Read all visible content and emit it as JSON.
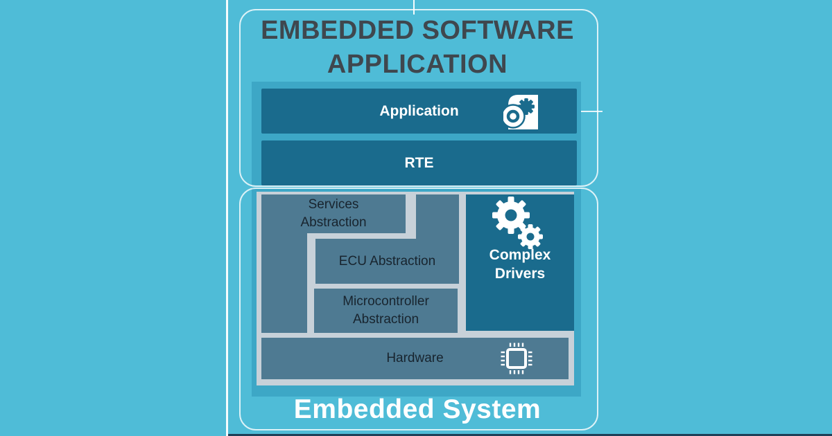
{
  "palette": {
    "background": "#4fbcd7",
    "panel_teal": "#3da7c6",
    "box_dark_teal": "#1a6b8d",
    "box_slate": "#4e7a92",
    "panel_gray": "#c7d1d9",
    "title_text": "#3f474e",
    "dark_label_text": "#18242e",
    "white_label_text": "#ffffff",
    "bottom_strip": "#1e4058"
  },
  "title": {
    "line1": "EMBEDDED SOFTWARE",
    "line2": "APPLICATION"
  },
  "software_stack": {
    "application": {
      "label": "Application",
      "icon": "software-disc-gear-icon"
    },
    "rte": {
      "label": "RTE"
    }
  },
  "basic_software": {
    "services_abstraction": {
      "line1": "Services",
      "line2": "Abstraction"
    },
    "ecu_abstraction": {
      "label": "ECU Abstraction"
    },
    "microcontroller_abstraction": {
      "line1": "Microcontroller",
      "line2": "Abstraction"
    },
    "complex_drivers": {
      "line1": "Complex",
      "line2": "Drivers",
      "icon": "gears-icon"
    },
    "hardware": {
      "label": "Hardware",
      "icon": "chip-icon"
    }
  },
  "footer": {
    "label": "Embedded System"
  }
}
